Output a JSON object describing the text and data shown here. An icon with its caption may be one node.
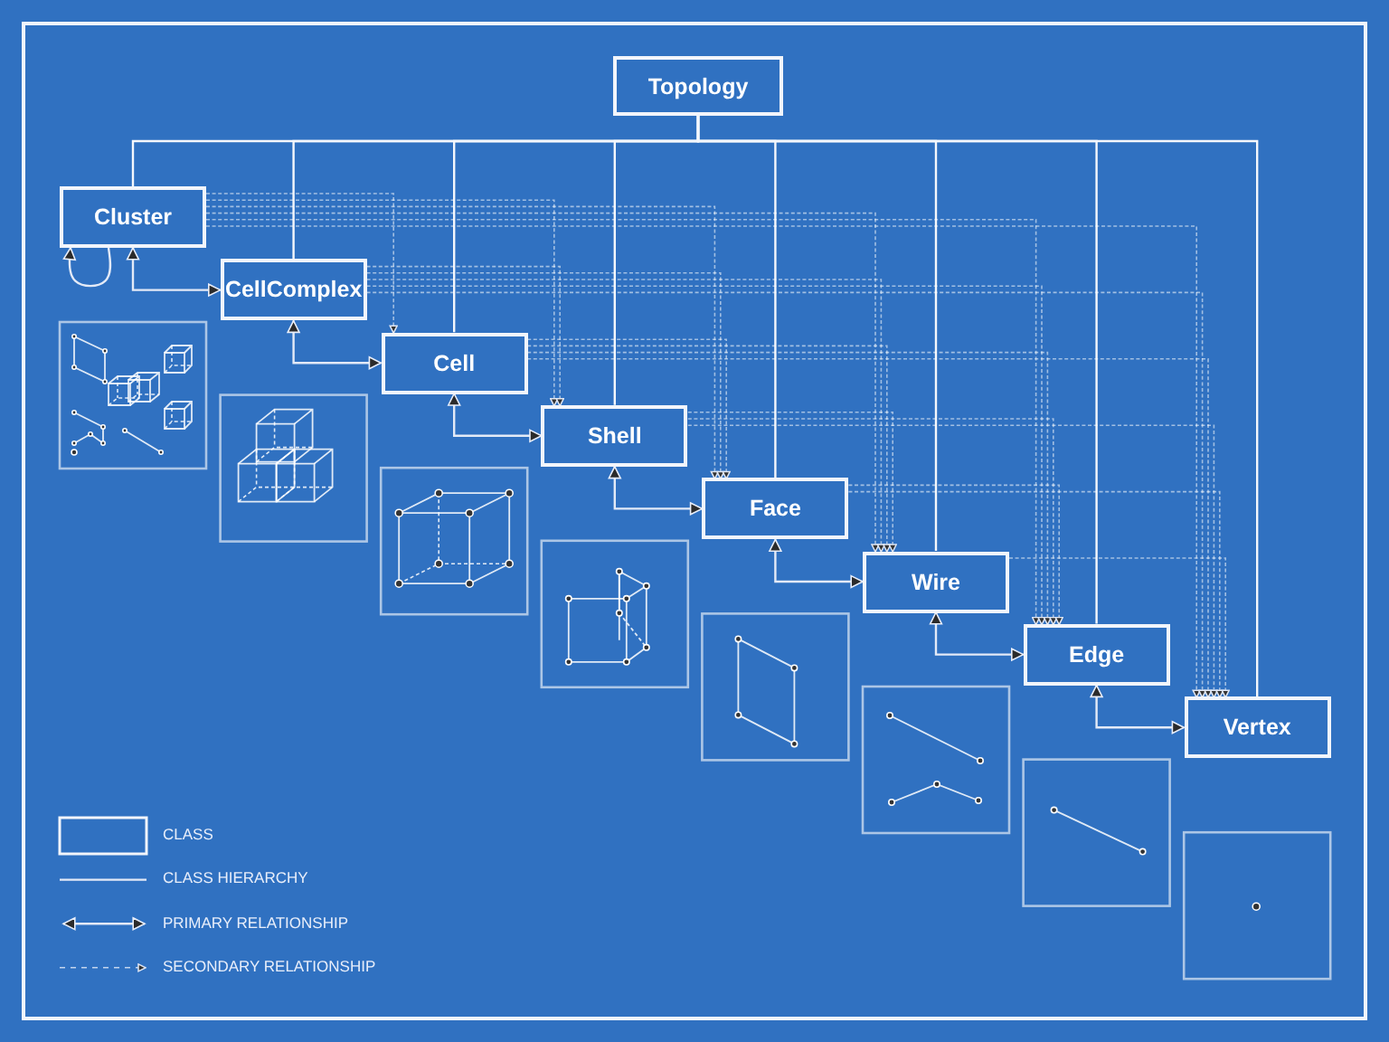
{
  "diagram": {
    "nodes": [
      {
        "text": [
          "Topology"
        ]
      },
      {
        "text": [
          "Cluster"
        ]
      },
      {
        "text": [
          "CellComplex"
        ]
      },
      {
        "text": [
          "Cell"
        ]
      },
      {
        "text": [
          "Shell"
        ]
      },
      {
        "text": [
          "Face"
        ]
      },
      {
        "text": [
          "Wire"
        ]
      },
      {
        "text": [
          "Edge"
        ]
      },
      {
        "text": [
          "Vertex"
        ]
      }
    ],
    "edges": [
      {
        "from": 0,
        "to": 1,
        "arrow": "none"
      },
      {
        "from": 0,
        "to": 2,
        "arrow": "none"
      },
      {
        "from": 0,
        "to": 3,
        "arrow": "none"
      },
      {
        "from": 0,
        "to": 4,
        "arrow": "none"
      },
      {
        "from": 0,
        "to": 5,
        "arrow": "none"
      },
      {
        "from": 0,
        "to": 6,
        "arrow": "none"
      },
      {
        "from": 0,
        "to": 7,
        "arrow": "none"
      },
      {
        "from": 0,
        "to": 8,
        "arrow": "none"
      },
      {
        "from": 1,
        "to": 1,
        "arrow": "to"
      },
      {
        "from": 1,
        "to": 2,
        "arrow": "both"
      },
      {
        "from": 2,
        "to": 3,
        "arrow": "both"
      },
      {
        "from": 3,
        "to": 4,
        "arrow": "both"
      },
      {
        "from": 4,
        "to": 5,
        "arrow": "both"
      },
      {
        "from": 5,
        "to": 6,
        "arrow": "both"
      },
      {
        "from": 6,
        "to": 7,
        "arrow": "both"
      },
      {
        "from": 7,
        "to": 8,
        "arrow": "both"
      },
      {
        "from": 1,
        "to": 3,
        "arrow": "to",
        "style": "dashed"
      },
      {
        "from": 1,
        "to": 4,
        "arrow": "to",
        "style": "dashed"
      },
      {
        "from": 1,
        "to": 5,
        "arrow": "to",
        "style": "dashed"
      },
      {
        "from": 1,
        "to": 6,
        "arrow": "to",
        "style": "dashed"
      },
      {
        "from": 1,
        "to": 7,
        "arrow": "to",
        "style": "dashed"
      },
      {
        "from": 1,
        "to": 8,
        "arrow": "to",
        "style": "dashed"
      },
      {
        "from": 2,
        "to": 4,
        "arrow": "to",
        "style": "dashed"
      },
      {
        "from": 2,
        "to": 5,
        "arrow": "to",
        "style": "dashed"
      },
      {
        "from": 2,
        "to": 6,
        "arrow": "to",
        "style": "dashed"
      },
      {
        "from": 2,
        "to": 7,
        "arrow": "to",
        "style": "dashed"
      },
      {
        "from": 2,
        "to": 8,
        "arrow": "to",
        "style": "dashed"
      },
      {
        "from": 3,
        "to": 5,
        "arrow": "to",
        "style": "dashed"
      },
      {
        "from": 3,
        "to": 6,
        "arrow": "to",
        "style": "dashed"
      },
      {
        "from": 3,
        "to": 7,
        "arrow": "to",
        "style": "dashed"
      },
      {
        "from": 3,
        "to": 8,
        "arrow": "to",
        "style": "dashed"
      },
      {
        "from": 4,
        "to": 6,
        "arrow": "to",
        "style": "dashed"
      },
      {
        "from": 4,
        "to": 7,
        "arrow": "to",
        "style": "dashed"
      },
      {
        "from": 4,
        "to": 8,
        "arrow": "to",
        "style": "dashed"
      },
      {
        "from": 5,
        "to": 7,
        "arrow": "to",
        "style": "dashed"
      },
      {
        "from": 5,
        "to": 8,
        "arrow": "to",
        "style": "dashed"
      },
      {
        "from": 6,
        "to": 8,
        "arrow": "to",
        "style": "dashed"
      }
    ],
    "legend": [
      {
        "text": "CLASS"
      },
      {
        "text": "CLASS HIERARCHY"
      },
      {
        "text": "PRIMARY RELATIONSHIP"
      },
      {
        "text": "SECONDARY RELATIONSHIP"
      }
    ]
  }
}
